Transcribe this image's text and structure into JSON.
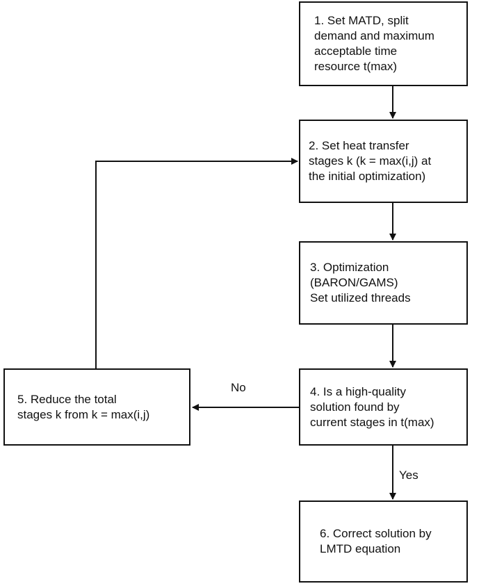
{
  "steps": [
    {
      "id": "1",
      "lines": [
        "1. Set MATD, split",
        "demand and maximum",
        "acceptable time",
        "resource t(max)"
      ]
    },
    {
      "id": "2",
      "lines": [
        "2. Set heat transfer",
        "stages k (k = max(i,j) at",
        "the initial optimization)"
      ]
    },
    {
      "id": "3",
      "lines": [
        "3. Optimization",
        "(BARON/GAMS)",
        "Set utilized threads"
      ]
    },
    {
      "id": "4",
      "lines": [
        "4. Is a high-quality",
        "solution found by",
        "current stages in t(max)"
      ]
    },
    {
      "id": "5",
      "lines": [
        "5. Reduce the total",
        "stages k from k = max(i,j)"
      ]
    },
    {
      "id": "6",
      "lines": [
        "6. Correct solution by",
        "LMTD equation"
      ]
    }
  ],
  "edge_labels": {
    "no": "No",
    "yes": "Yes"
  },
  "colors": {
    "line": "#111111",
    "box_fill": "#ffffff"
  }
}
